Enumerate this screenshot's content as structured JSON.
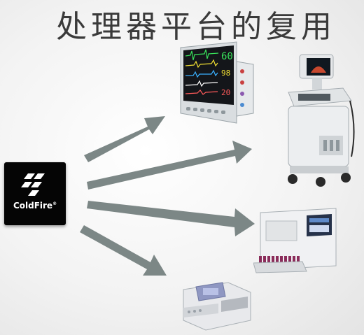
{
  "title": "处理器平台的复用",
  "logo": {
    "text": "ColdFire",
    "registered": "®"
  },
  "colors": {
    "arrow": "#7c8786",
    "title": "#3a3a3a",
    "logo_bg": "#050505"
  },
  "monitor": {
    "hr_value": "60",
    "spo2_value": "98",
    "resp_value": "20"
  },
  "devices": [
    "patient-monitor",
    "ultrasound-scanner",
    "blood-analyzer",
    "microplate-reader"
  ]
}
